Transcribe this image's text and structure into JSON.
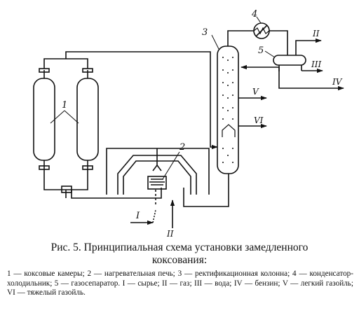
{
  "colors": {
    "ink": "#111111",
    "background": "#ffffff"
  },
  "diagram": {
    "labels": {
      "n1": "1",
      "n2": "2",
      "n3": "3",
      "n4": "4",
      "n5": "5",
      "s1": "I",
      "s2": "II",
      "s2_bottom": "II",
      "s3": "III",
      "s4": "IV",
      "s5": "V",
      "s6": "VI"
    },
    "icons": [
      "coke-chamber-icon",
      "heater-furnace-icon",
      "condenser-cooler-icon",
      "gas-separator-icon",
      "rectification-column-icon",
      "pump-icon",
      "flow-arrow-icon"
    ]
  },
  "caption": {
    "title_line1": "Рис. 5. Принципиальная схема установки замедленного",
    "title_line2": "коксования:",
    "legend": "1 — коксовые камеры; 2 — нагревательная печь; 3 — ректификационная колонна; 4 — конденсатор-холодильник; 5 — газосепаратор. I — сырье; II — газ; III — вода; IV — бензин; V — легкий газойль; VI — тяжелый газойль."
  }
}
